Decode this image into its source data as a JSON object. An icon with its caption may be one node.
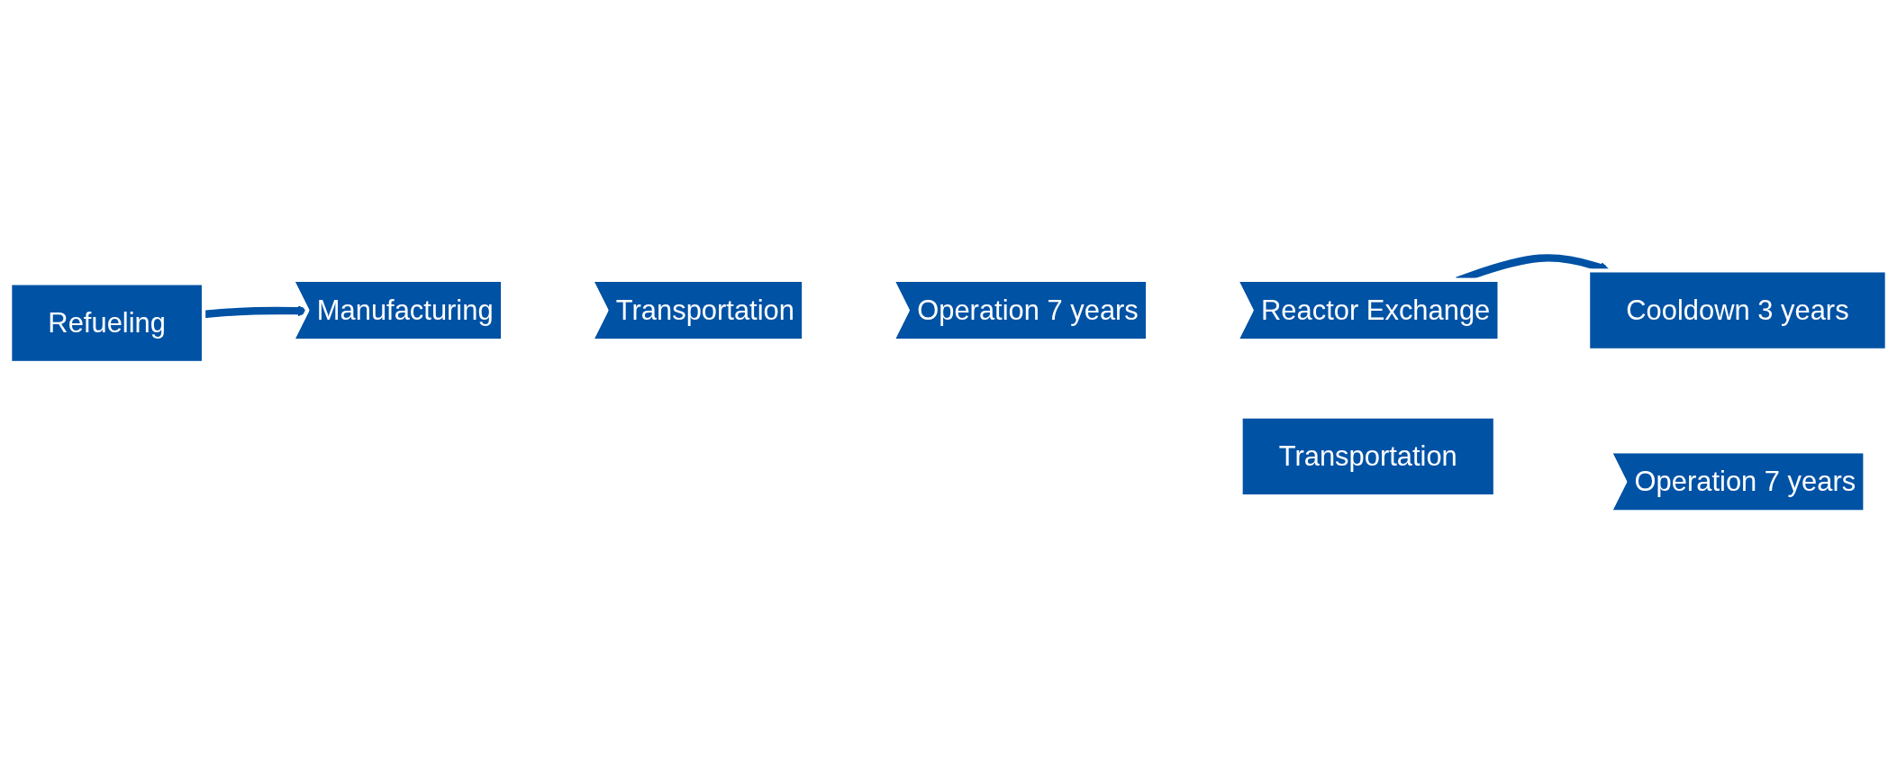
{
  "diagram": {
    "nodes": [
      {
        "text": [
          "Manufacturing"
        ]
      },
      {
        "text": [
          "Transportation"
        ]
      },
      {
        "text": [
          "Operation 7 years"
        ]
      },
      {
        "text": [
          "Reactor Exchange"
        ]
      },
      {
        "text": [
          "Operation 7 years"
        ]
      },
      {
        "text": [
          "Refueling"
        ]
      },
      {
        "text": [
          "Transportation"
        ]
      },
      {
        "text": [
          "Cooldown 3 years"
        ]
      }
    ],
    "edges": [
      {
        "from": 3,
        "to": 7,
        "arrow": "to"
      },
      {
        "from": 5,
        "to": 0,
        "arrow": "to"
      }
    ]
  }
}
